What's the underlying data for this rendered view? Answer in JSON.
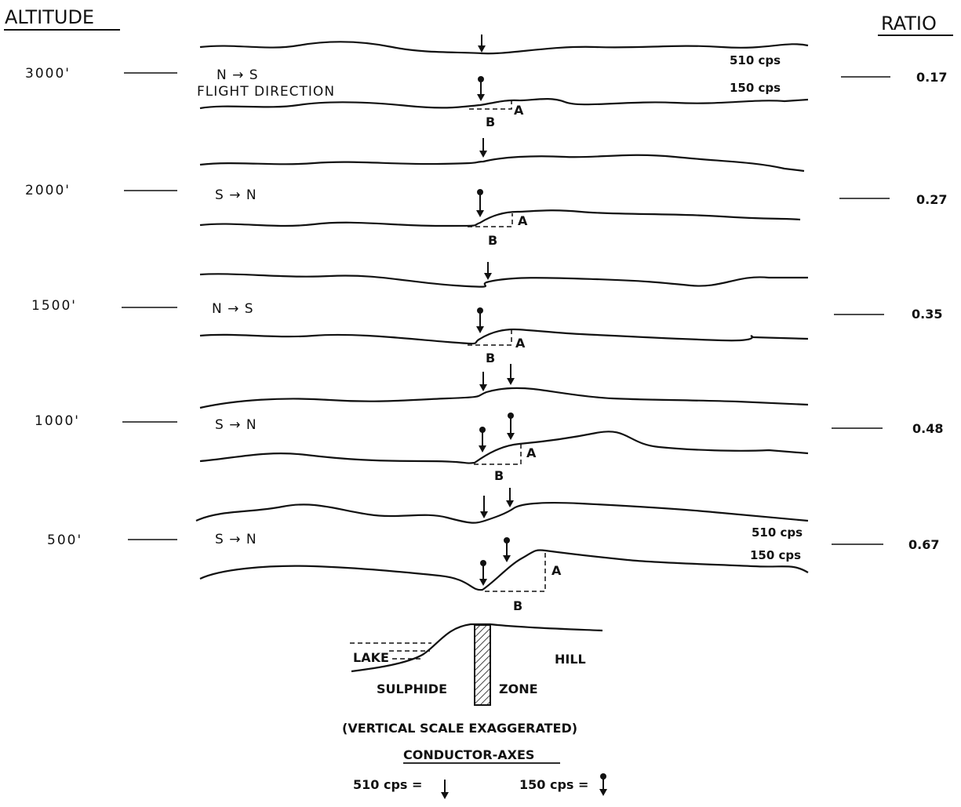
{
  "headers": {
    "left": "ALTITUDE",
    "right": "RATIO"
  },
  "panels": [
    {
      "altitude": "3000'",
      "ratio": "0.17",
      "direction": "N → S",
      "direction_note": "FLIGHT  DIRECTION",
      "freq_top": "510 cps",
      "freq_bottom": "150 cps"
    },
    {
      "altitude": "2000'",
      "ratio": "0.27",
      "direction": "S → N"
    },
    {
      "altitude": "1500'",
      "ratio": "0.35",
      "direction": "N → S"
    },
    {
      "altitude": "1000'",
      "ratio": "0.48",
      "direction": "S → N"
    },
    {
      "altitude": "500'",
      "ratio": "0.67",
      "direction": "S → N",
      "freq_top": "510 cps",
      "freq_bottom": "150 cps"
    }
  ],
  "markers": {
    "a": "A",
    "b": "B"
  },
  "cross_section": {
    "lake": "LAKE",
    "hill": "HILL",
    "sulphide": "SULPHIDE",
    "zone": "ZONE"
  },
  "notes": {
    "scale": "(VERTICAL  SCALE  EXAGGERATED)",
    "axes_title": "CONDUCTOR-AXES"
  },
  "legend": {
    "f510": "510 cps =",
    "f150": "150 cps ="
  }
}
